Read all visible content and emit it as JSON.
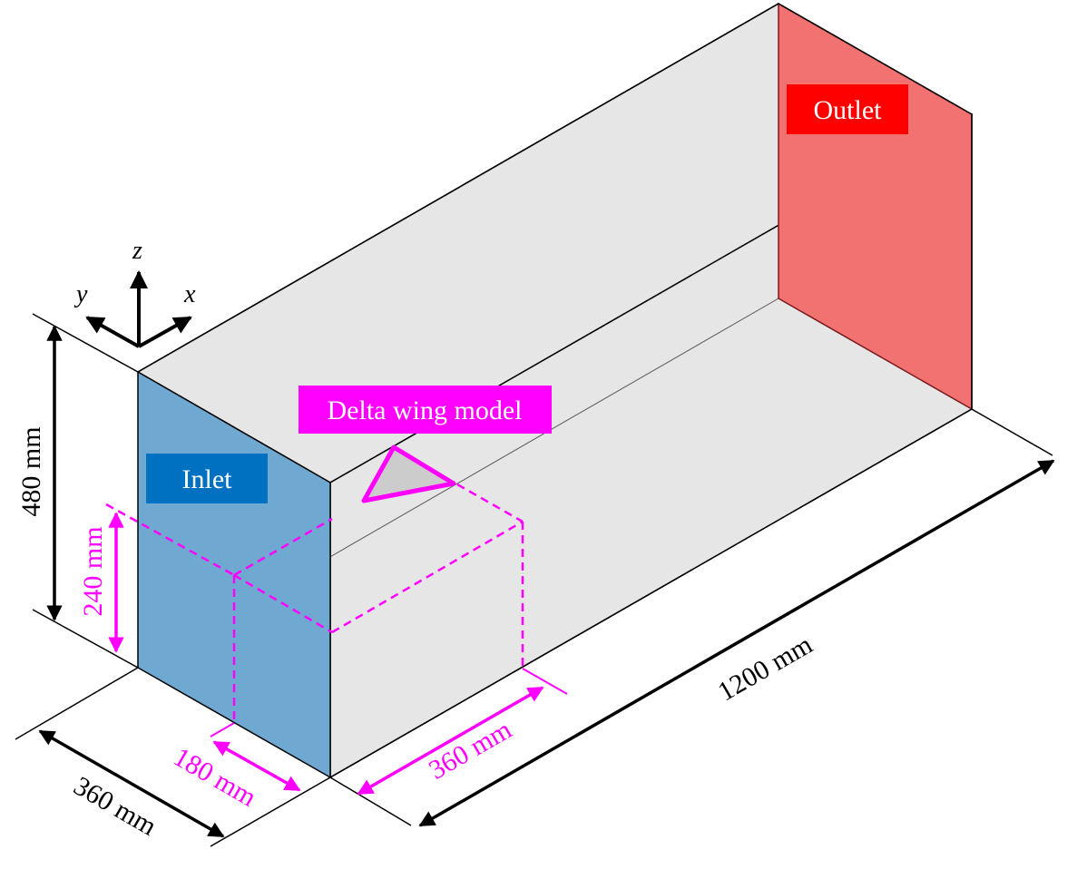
{
  "labels": {
    "outlet": "Outlet",
    "inlet": "Inlet",
    "delta_wing": "Delta wing model"
  },
  "dimensions": {
    "height": "480 mm",
    "half_height": "240 mm",
    "width": "360 mm",
    "half_width": "180 mm",
    "model_distance": "360 mm",
    "length": "1200 mm"
  },
  "axes": {
    "x": "x",
    "y": "y",
    "z": "z"
  },
  "colors": {
    "inlet_face": "#6fa8d1",
    "inlet_label_bg": "#0070c0",
    "outlet_face": "#f27272",
    "outlet_label_bg": "#ff0000",
    "domain_face": "#e6e6e6",
    "annotation": "#ff00ff"
  }
}
